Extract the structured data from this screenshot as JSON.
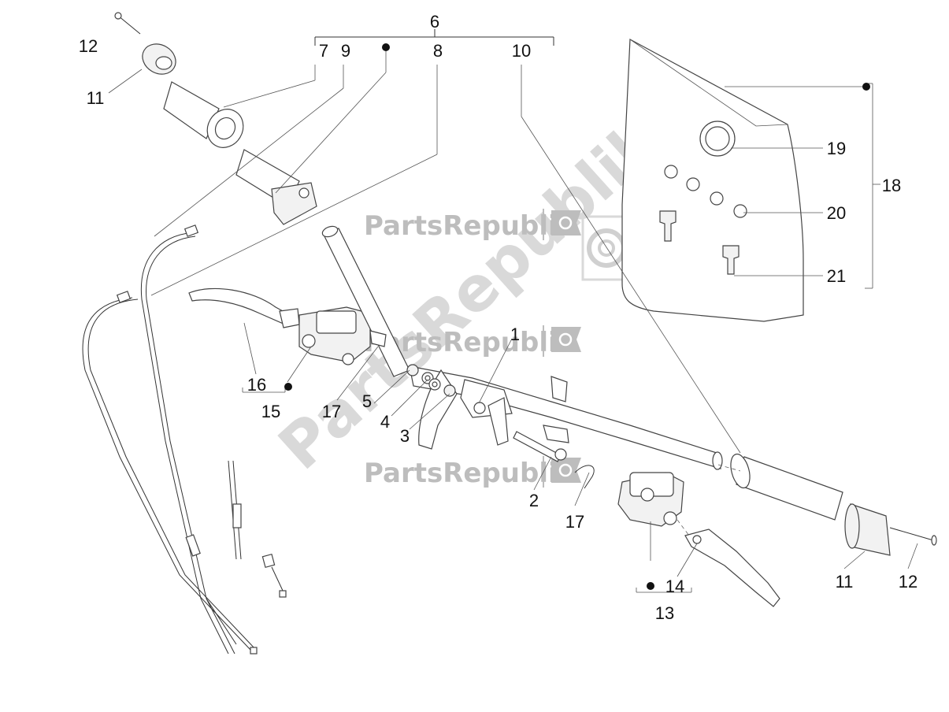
{
  "watermark": {
    "brand": "PartsRepublik",
    "icon": "gear-flag-icon"
  },
  "callouts": {
    "c1": "1",
    "c2": "2",
    "c3": "3",
    "c4": "4",
    "c5": "5",
    "c6": "6",
    "c7": "7",
    "c8": "8",
    "c9": "9",
    "c10": "10",
    "c11a": "11",
    "c11b": "11",
    "c12a": "12",
    "c12b": "12",
    "c13": "13",
    "c14": "14",
    "c15": "15",
    "c16": "16",
    "c17a": "17",
    "c17b": "17",
    "c18": "18",
    "c19": "19",
    "c20": "20",
    "c21": "21"
  },
  "colors": {
    "line": "#333333",
    "watermark": "#bdbdbd",
    "background": "#ffffff"
  }
}
